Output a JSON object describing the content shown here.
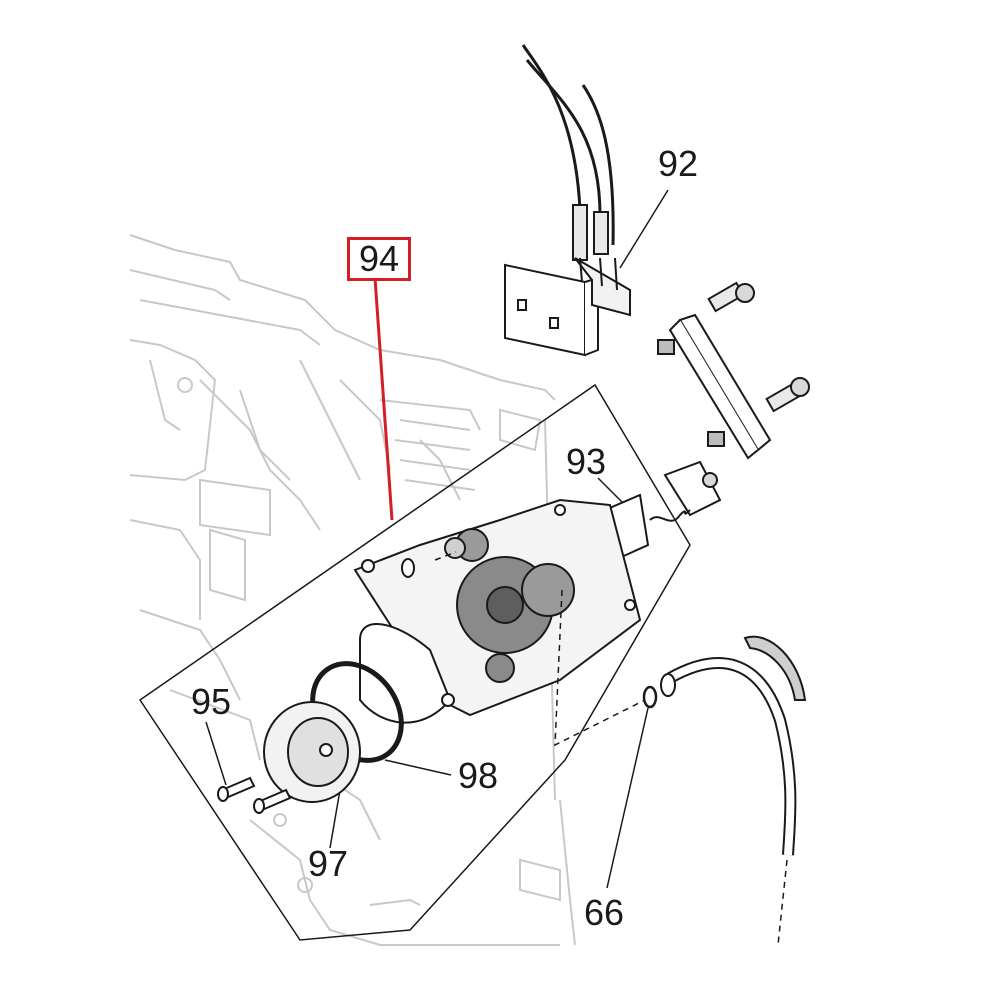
{
  "diagram": {
    "highlight_color": "#d31f26",
    "line_color": "#1a1a1a",
    "faint_color": "#c8c8c8",
    "callouts": {
      "c92": "92",
      "c93": "93",
      "c94": "94",
      "c95": "95",
      "c97": "97",
      "c98": "98",
      "c66": "66"
    },
    "highlighted_part": "94"
  }
}
